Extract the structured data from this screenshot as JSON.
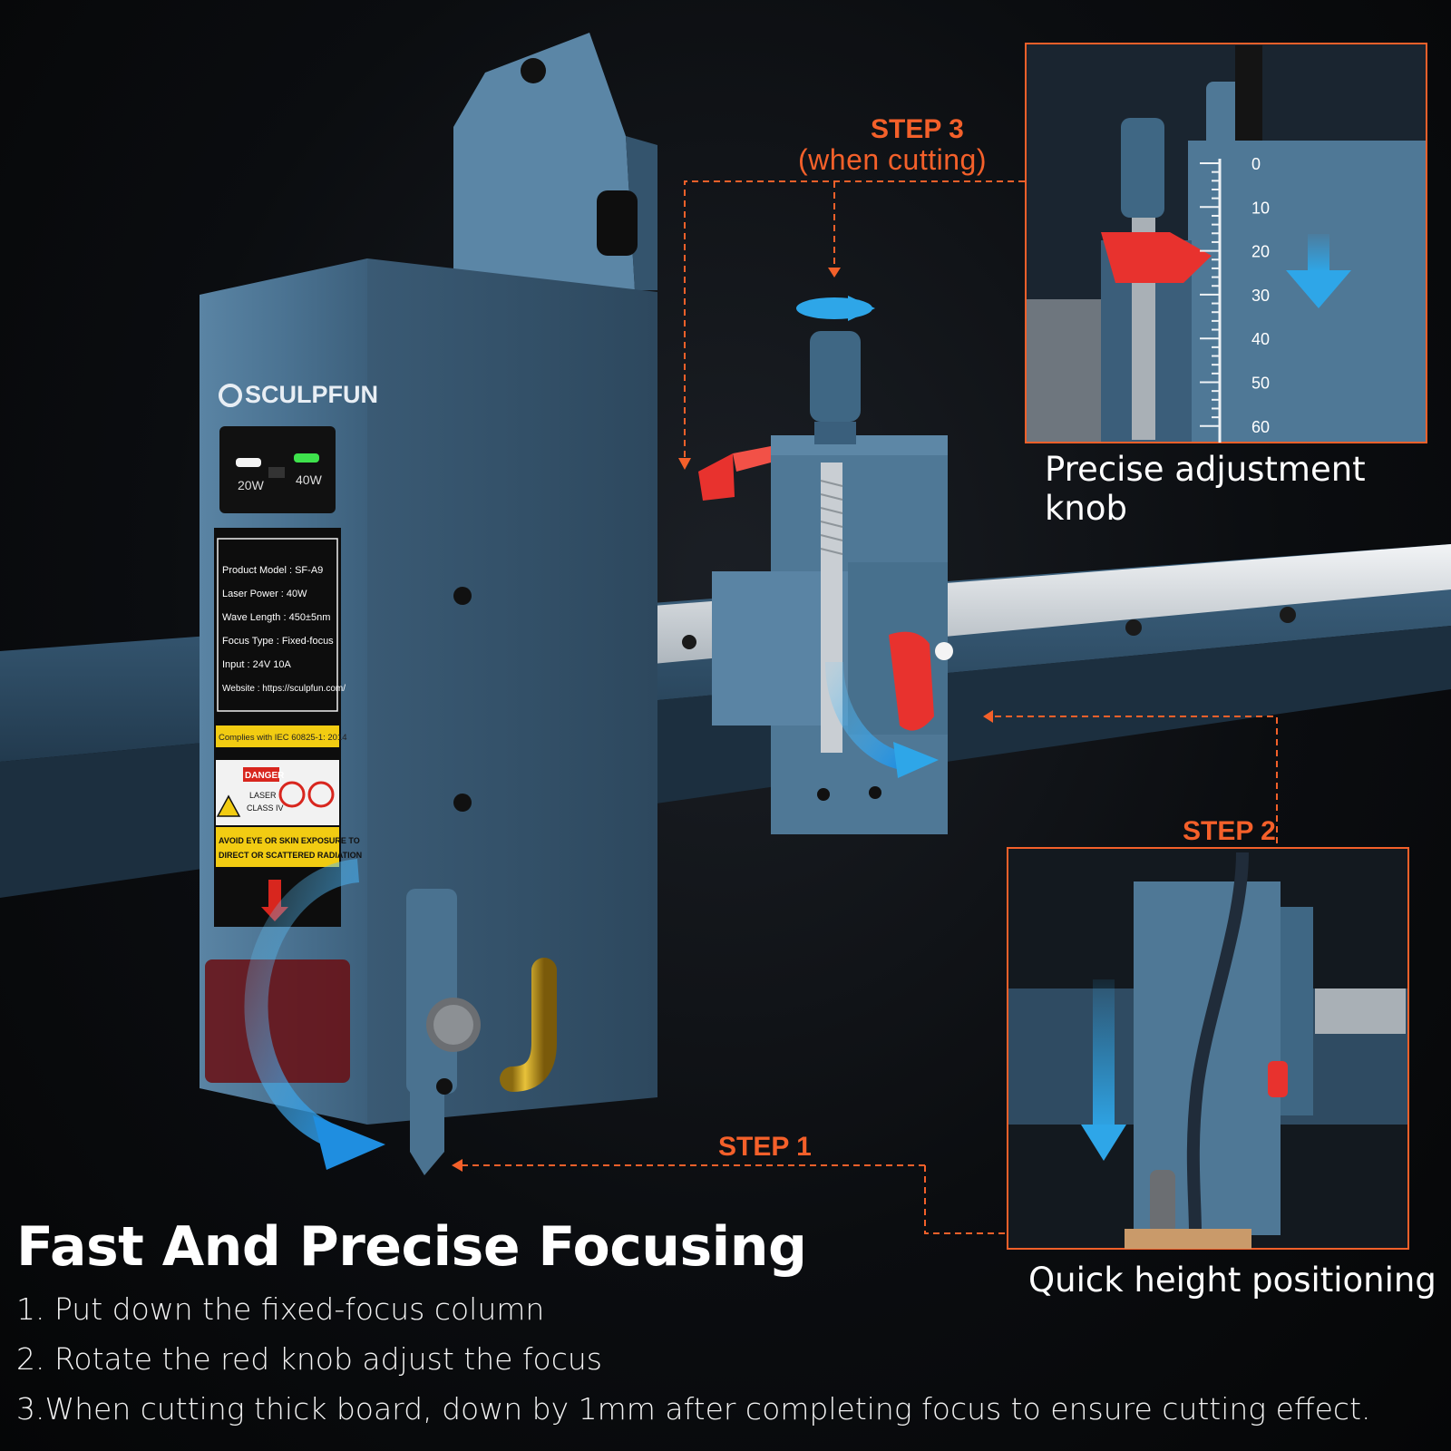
{
  "brand": "SCULPFUN",
  "power_switch": {
    "left": "20W",
    "right": "40W"
  },
  "label_plate": {
    "lines": [
      "Product Model : SF-A9",
      "Laser Power : 40W",
      "Wave Length : 450±5nm",
      "Focus Type : Fixed-focus",
      "Input : 24V 10A",
      "Website : https://sculpfun.com/"
    ],
    "compliance": "Complies with IEC 60825-1: 2014",
    "danger": "DANGER",
    "laser_class": [
      "LASER",
      "CLASS IV"
    ],
    "warning": [
      "AVOID EYE OR SKIN EXPOSURE TO",
      "DIRECT OR SCATTERED RADIATION"
    ]
  },
  "callouts": {
    "step3": "STEP 3",
    "step3_sub": "(when  cutting)",
    "step2": "STEP 2",
    "step1": "STEP 1"
  },
  "scale_marks": [
    "0",
    "10",
    "20",
    "30",
    "40",
    "50",
    "60"
  ],
  "insets": {
    "top_caption": "Precise adjustment knob",
    "bottom_caption": "Quick height positioning"
  },
  "headline": "Fast And Precise Focusing",
  "steps": [
    "1. Put down the fixed-focus column",
    "2. Rotate the red knob adjust the focus",
    "3.When cutting thick board, down by 1mm after completing focus to ensure cutting effect."
  ],
  "colors": {
    "accent_orange": "#f4602a",
    "housing_blue": "#4f7896",
    "knob_red": "#e8322e",
    "arrow_blue": "#2ea6e8"
  }
}
